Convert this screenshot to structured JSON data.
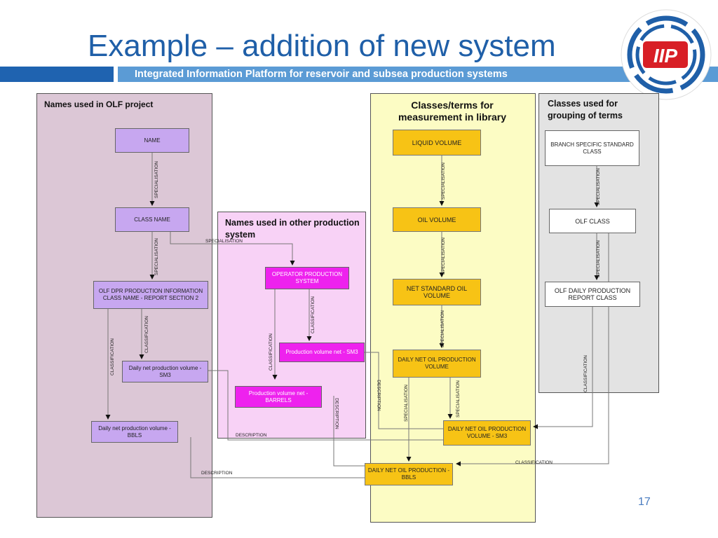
{
  "title": "Example – addition of new system",
  "subtitle": "Integrated Information Platform for reservoir and subsea production systems",
  "logo_text": "IIP",
  "page_number": "17",
  "panels": {
    "olf": {
      "title": "Names used in OLF project",
      "boxes": {
        "name": "NAME",
        "class_name": "CLASS NAME",
        "dpr": "OLF DPR PRODUCTION INFORMATION CLASS NAME - REPORT SECTION 2",
        "daily_sm3": "Daily net production volume - SM3",
        "daily_bbls": "Daily net production volume - BBLS"
      }
    },
    "other": {
      "title": "Names used in other production system",
      "boxes": {
        "operator": "OPERATOR PRODUCTION SYSTEM",
        "prod_sm3": "Production volume net - SM3",
        "prod_barrels": "Production volume net - BARRELS"
      }
    },
    "library": {
      "title": "Classes/terms for measurement in library",
      "boxes": {
        "liquid": "LIQUID VOLUME",
        "oil": "OIL VOLUME",
        "net_std": "NET STANDARD OIL VOLUME",
        "daily_net": "DAILY NET OIL PRODUCTION VOLUME",
        "daily_sm3": "DAILY NET OIL PRODUCTION VOLUME - SM3",
        "daily_bbls": "DAILY NET OIL PRODUCTION - BBLS"
      }
    },
    "grouping": {
      "title": "Classes used for grouping of terms",
      "boxes": {
        "branch": "BRANCH SPECIFIC STANDARD CLASS",
        "olf_class": "OLF CLASS",
        "olf_daily": "OLF DAILY PRODUCTION REPORT CLASS"
      }
    }
  },
  "relations": {
    "specialisation": "SPECIALISATION",
    "classification": "CLASSIFICATION",
    "description": "DESCRIPTION"
  },
  "colors": {
    "title": "#1f5fa8",
    "band": "#5b9bd5",
    "logo_red": "#d81f26",
    "logo_blue": "#1f5fa8"
  }
}
